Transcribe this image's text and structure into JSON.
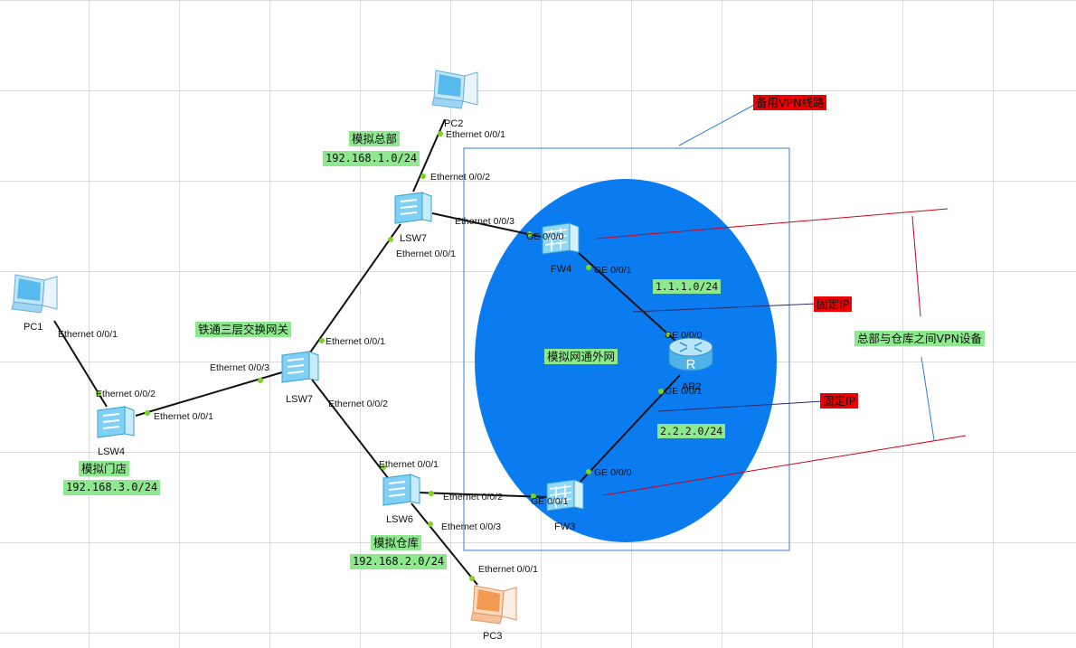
{
  "colors": {
    "cloud": "#0a7cf0",
    "link": "#111111",
    "port_dot": "#7ed321",
    "label_green": "#8ee88e",
    "label_red": "#ee0000",
    "annotation_red": "#d0021b",
    "annotation_blue": "#2a7fd4",
    "box_border": "#3a7fd0"
  },
  "devices": {
    "pc1": {
      "name": "PC1",
      "icon": "pc-icon"
    },
    "pc2": {
      "name": "PC2",
      "icon": "pc-icon"
    },
    "pc3": {
      "name": "PC3",
      "icon": "pc-icon"
    },
    "lsw4": {
      "name": "LSW4",
      "icon": "switch-icon"
    },
    "lsw7_core": {
      "name": "LSW7",
      "icon": "switch-icon"
    },
    "lsw7_hq": {
      "name": "LSW7",
      "icon": "switch-icon"
    },
    "lsw6": {
      "name": "LSW6",
      "icon": "switch-icon"
    },
    "fw4": {
      "name": "FW4",
      "icon": "firewall-icon"
    },
    "fw3": {
      "name": "FW3",
      "icon": "firewall-icon"
    },
    "ar2": {
      "name": "AR2",
      "icon": "router-icon"
    }
  },
  "ports": {
    "pc1_e001": "Ethernet 0/0/1",
    "lsw4_e002": "Ethernet 0/0/2",
    "lsw4_e001": "Ethernet 0/0/1",
    "lsw7c_e003": "Ethernet 0/0/3",
    "lsw7c_e001": "Ethernet 0/0/1",
    "lsw7c_e002": "Ethernet 0/0/2",
    "lsw7h_e001": "Ethernet 0/0/1",
    "lsw7h_e002": "Ethernet 0/0/2",
    "lsw7h_e003": "Ethernet 0/0/3",
    "pc2_e001": "Ethernet 0/0/1",
    "lsw6_e001": "Ethernet 0/0/1",
    "lsw6_e002": "Ethernet 0/0/2",
    "lsw6_e003": "Ethernet 0/0/3",
    "pc3_e001": "Ethernet 0/0/1",
    "fw4_g000": "GE 0/0/0",
    "fw4_g001": "GE 0/0/1",
    "ar2_g000": "GE 0/0/0",
    "ar2_g001": "GE 0/0/1",
    "fw3_g000": "GE 0/0/0",
    "fw3_g001": "GE 0/0/1"
  },
  "labels": {
    "hq_name": "模拟总部",
    "hq_subnet": "192.168.1.0/24",
    "core_name": "铁通三层交换网关",
    "store_name": "模拟门店",
    "store_subnet": "192.168.3.0/24",
    "warehouse_name": "模拟仓库",
    "warehouse_subnet": "192.168.2.0/24",
    "isp_name": "模拟网通外网",
    "net1": "1.1.1.0/24",
    "net2": "2.2.2.0/24",
    "backup_vpn": "备用VPN线路",
    "fixed_ip_1": "固定IP",
    "fixed_ip_2": "固定IP",
    "vpn_devices": "总部与仓库之间VPN设备"
  }
}
